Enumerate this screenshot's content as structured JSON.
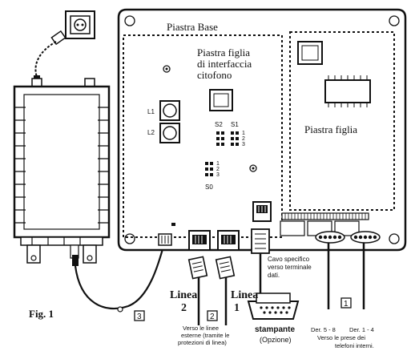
{
  "figure_label": "Fig. 1",
  "boards": {
    "base": "Piastra  Base",
    "interface_line1": "Piastra figlia",
    "interface_line2": "di interfaccia",
    "interface_line3": "citofono",
    "daughter": "Piastra figlia"
  },
  "components": {
    "l1": "L1",
    "l2": "L2",
    "s2": "S2",
    "s1": "S1",
    "s0": "S0",
    "jumper_1": "1",
    "jumper_2": "2",
    "jumper_3": "3"
  },
  "lines": {
    "linea2_word": "Linea",
    "linea2_num": "2",
    "linea1_word": "Linea",
    "linea1_num": "1"
  },
  "callouts": {
    "c1": "1",
    "c2": "2",
    "c3": "3"
  },
  "notes": {
    "external_line1": "Verso le  linee",
    "external_line2": "esterne (tramite le",
    "external_line3": "protezioni di linea)",
    "cable_line1": "Cavo specifico",
    "cable_line2": "verso terminale",
    "cable_line3": "dati.",
    "printer": "stampante",
    "printer_option": "(Opzione)",
    "phones_a": "Der. 5 - 8",
    "phones_b": "Der. 1 - 4",
    "phones_line1": "Verso le prese dei",
    "phones_line2": "telefoni interni."
  }
}
